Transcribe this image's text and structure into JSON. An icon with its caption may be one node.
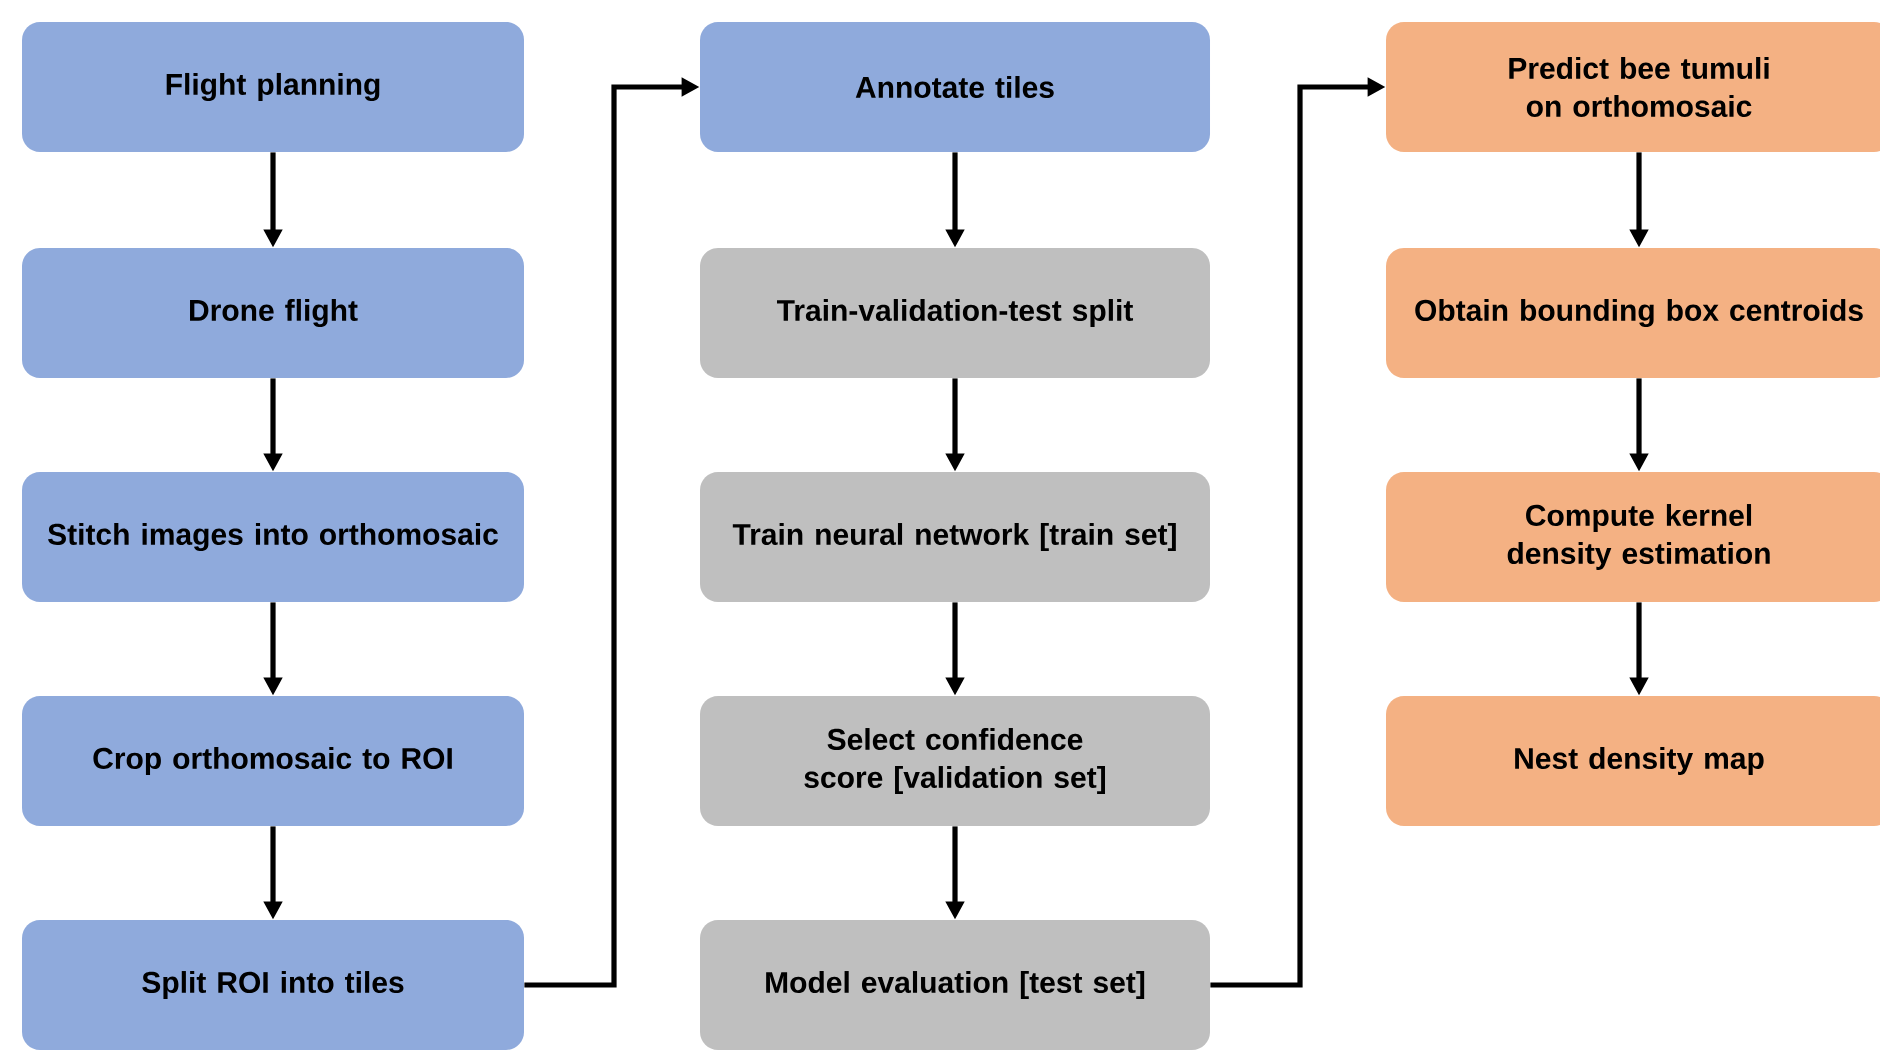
{
  "diagram": {
    "nodes": [
      {
        "text": [
          "Flight planning"
        ]
      },
      {
        "text": [
          "Drone flight"
        ]
      },
      {
        "text": [
          "Stitch images into orthomosaic"
        ]
      },
      {
        "text": [
          "Crop orthomosaic to ROI"
        ]
      },
      {
        "text": [
          "Split ROI into tiles"
        ]
      },
      {
        "text": [
          "Annotate tiles"
        ]
      },
      {
        "text": [
          "Train-validation-test split"
        ]
      },
      {
        "text": [
          "Train neural network [train set]"
        ]
      },
      {
        "text": [
          "Select confidence score [validation set]"
        ]
      },
      {
        "text": [
          "Model evaluation [test set]"
        ]
      },
      {
        "text": [
          "Predict bee tumuli on orthomosaic"
        ]
      },
      {
        "text": [
          "Obtain bounding box centroids"
        ]
      },
      {
        "text": [
          "Compute kernel density estimation"
        ]
      },
      {
        "text": [
          "Nest density map"
        ]
      }
    ],
    "edges": [
      {
        "from": 0,
        "to": 1,
        "arrow": "to"
      },
      {
        "from": 1,
        "to": 2,
        "arrow": "to"
      },
      {
        "from": 2,
        "to": 3,
        "arrow": "to"
      },
      {
        "from": 3,
        "to": 4,
        "arrow": "to"
      },
      {
        "from": 4,
        "to": 5,
        "arrow": "to"
      },
      {
        "from": 5,
        "to": 6,
        "arrow": "to"
      },
      {
        "from": 6,
        "to": 7,
        "arrow": "to"
      },
      {
        "from": 7,
        "to": 8,
        "arrow": "to"
      },
      {
        "from": 8,
        "to": 9,
        "arrow": "to"
      },
      {
        "from": 9,
        "to": 10,
        "arrow": "to"
      },
      {
        "from": 10,
        "to": 11,
        "arrow": "to"
      },
      {
        "from": 11,
        "to": 12,
        "arrow": "to"
      },
      {
        "from": 12,
        "to": 13,
        "arrow": "to"
      }
    ]
  }
}
